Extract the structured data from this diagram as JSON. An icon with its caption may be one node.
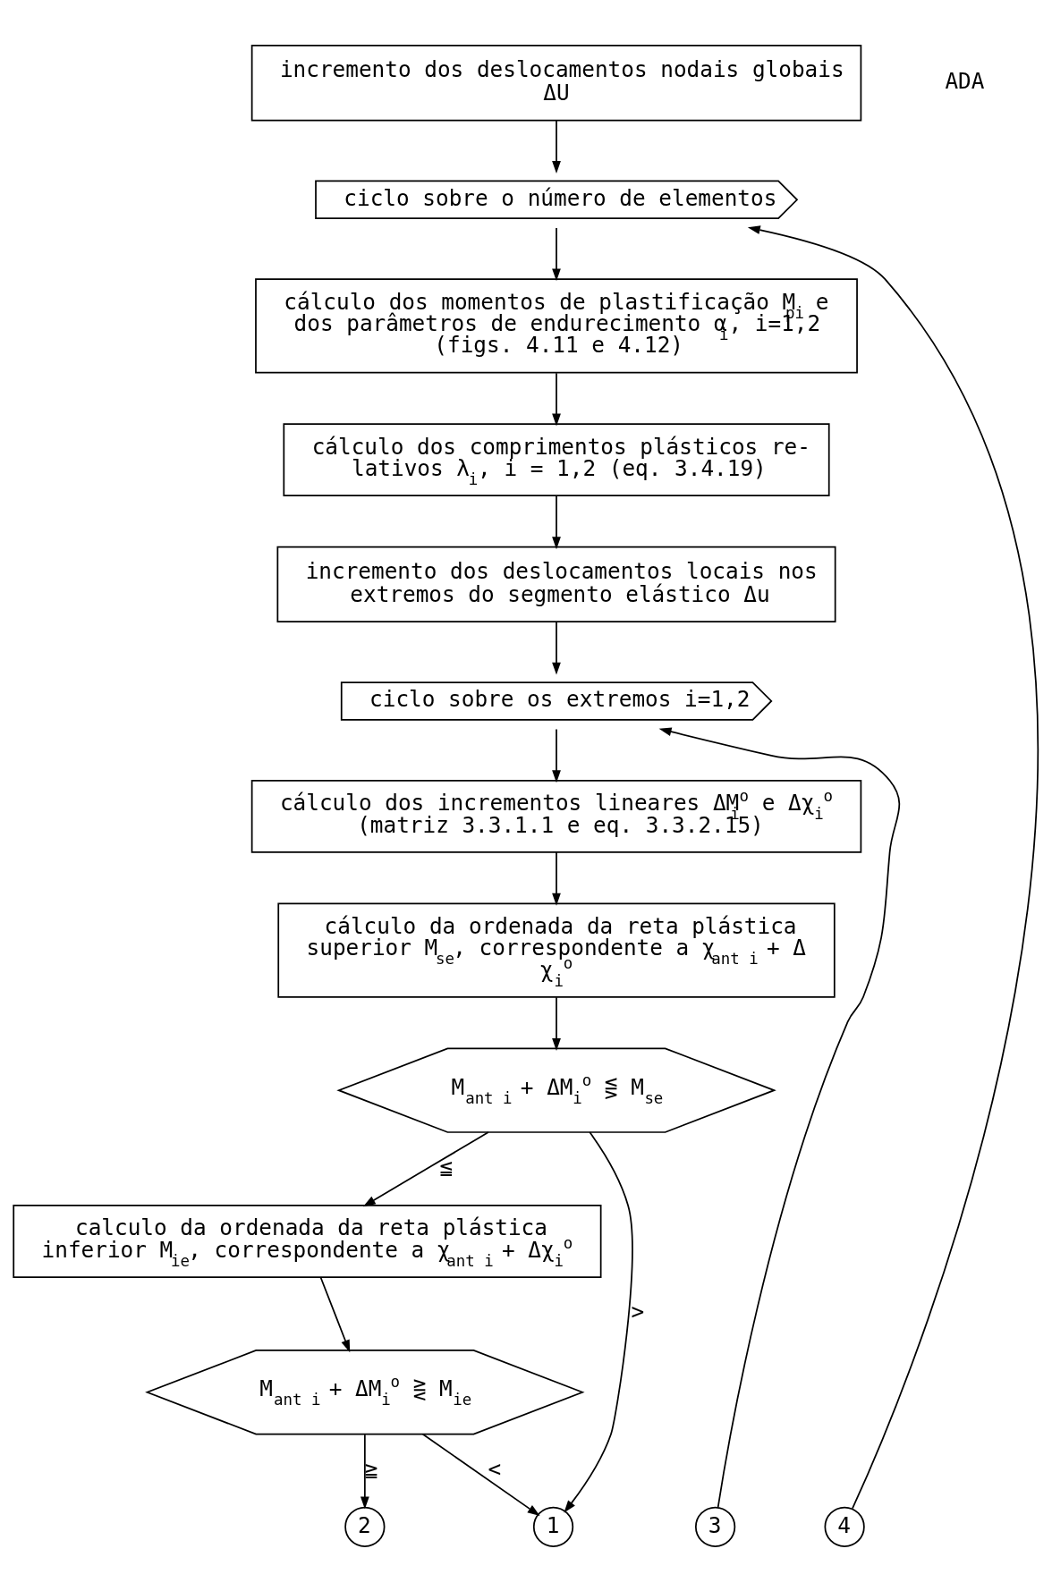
{
  "diagram": {
    "nodes": [
      {
        "text": [
          "incremento dos deslocamentos nodais globais ΔU"
        ]
      },
      {
        "text": [
          "ciclo sobre o número de elementos"
        ]
      },
      {
        "text": [
          "cálculo dos momentos de plastificação M$_{pi}$ e dos parâmetros de endurecimento α$_{i}$, i=1,2 (figs. 4.11 e 4.12)"
        ]
      },
      {
        "text": [
          "cálculo dos comprimentos plásticos re- lativos λ$_{i}$, i = 1,2 (eq. 3.4.19)"
        ]
      },
      {
        "text": [
          "incremento dos deslocamentos locais nos extremos do segmento elástico Δu"
        ]
      },
      {
        "text": [
          "ciclo sobre os extremos i=1,2"
        ]
      },
      {
        "text": [
          "cálculo dos incrementos lineares ΔM$_{i}$$^{o}$ e Δχ$_{i}$$^{o}$ (matriz 3.3.1.1 e eq. 3.3.2.15)"
        ]
      },
      {
        "text": [
          "cálculo da ordenada da reta plástica superior M$_{se}$, correspondente a χ$_{ant i}$ + Δ χ$_{i}$$^{o}$"
        ]
      },
      {
        "text": [
          "M$_{ant i}$ + ΔM$_{i}$$^{o}$ ⋚ M$_{se}$"
        ]
      },
      {
        "text": [
          "calculo da ordenada da reta plástica inferior M$_{ie}$, correspondente a χ$_{ant i}$ + Δχ$_{i}$$^{o}$"
        ]
      },
      {
        "text": [
          "M$_{ant i}$ + ΔM$_{i}$$^{o}$ ⋛ M$_{ie}$"
        ]
      },
      {
        "text": [
          "4"
        ]
      },
      {
        "text": [
          "3"
        ]
      },
      {
        "text": [
          "1"
        ]
      },
      {
        "text": [
          "2"
        ]
      }
    ],
    "edges": [
      {
        "from": 0,
        "to": 1,
        "arrow": "to"
      },
      {
        "from": 1,
        "to": 2,
        "arrow": "to"
      },
      {
        "from": 11,
        "to": 1,
        "arrow": "to"
      },
      {
        "from": 2,
        "to": 3,
        "arrow": "to"
      },
      {
        "from": 3,
        "to": 4,
        "arrow": "to"
      },
      {
        "from": 4,
        "to": 5,
        "arrow": "to"
      },
      {
        "from": 5,
        "to": 6,
        "arrow": "to"
      },
      {
        "from": 12,
        "to": 5,
        "arrow": "to"
      },
      {
        "from": 6,
        "to": 7,
        "arrow": "to"
      },
      {
        "from": 7,
        "to": 8,
        "arrow": "to"
      },
      {
        "from": 8,
        "to": 13,
        "arrow": "to",
        "label": ">"
      },
      {
        "from": 8,
        "to": 9,
        "arrow": "to",
        "label": "≦"
      },
      {
        "from": 9,
        "to": 10,
        "arrow": "to"
      },
      {
        "from": 10,
        "to": 13,
        "arrow": "to",
        "label": "<"
      },
      {
        "from": 10,
        "to": 14,
        "arrow": "to",
        "label": "≧"
      }
    ],
    "labels": [
      "ADA"
    ]
  }
}
